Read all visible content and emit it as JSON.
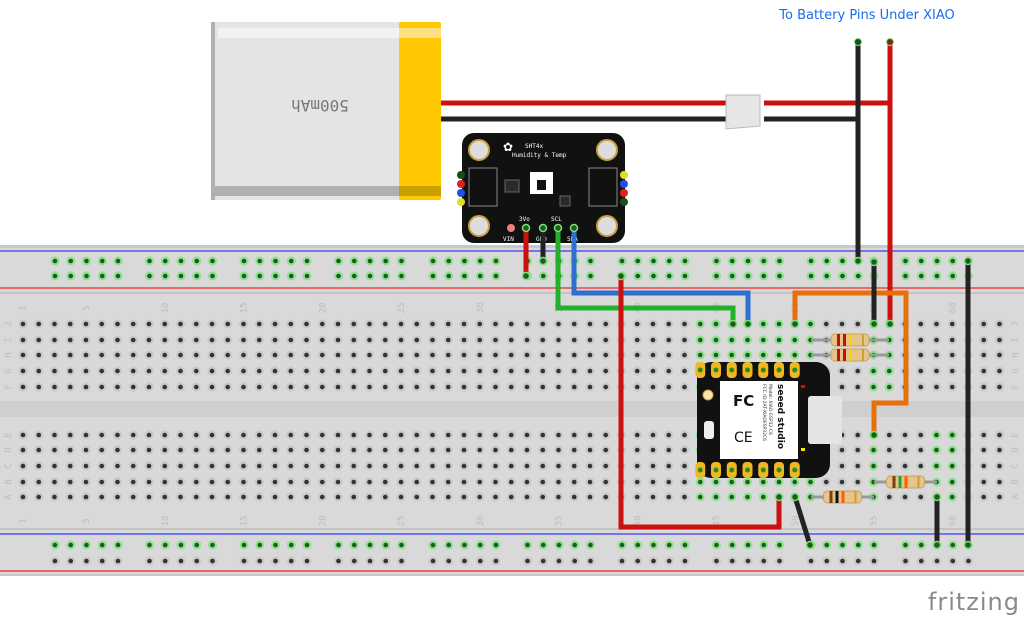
{
  "note_label": "To Battery Pins Under XIAO",
  "battery": {
    "capacity": "500mAh"
  },
  "sensor": {
    "title": "SHT4x",
    "subtitle": "Humidity & Temp",
    "pins": [
      "VIN",
      "3Vo",
      "GND",
      "SCL",
      "SDA"
    ]
  },
  "xiao": {
    "brand": "seeed studio",
    "model": "Model: XIAO-ESP32-C6",
    "fcc": "FCC ID:2AT-XIAOESP32C6"
  },
  "breadboard": {
    "top_rows": [
      "J",
      "I",
      "H",
      "G",
      "F"
    ],
    "bottom_rows": [
      "E",
      "D",
      "C",
      "B",
      "A"
    ],
    "column_numbers": [
      "1",
      "5",
      "10",
      "15",
      "20",
      "25",
      "30",
      "35",
      "40",
      "45",
      "50",
      "55",
      "60"
    ]
  },
  "wire_colors": {
    "red": "#cc1010",
    "black": "#222222",
    "green": "#22b02a",
    "blue": "#2f6fd0",
    "orange": "#e8700a"
  },
  "logo": "fritzing"
}
